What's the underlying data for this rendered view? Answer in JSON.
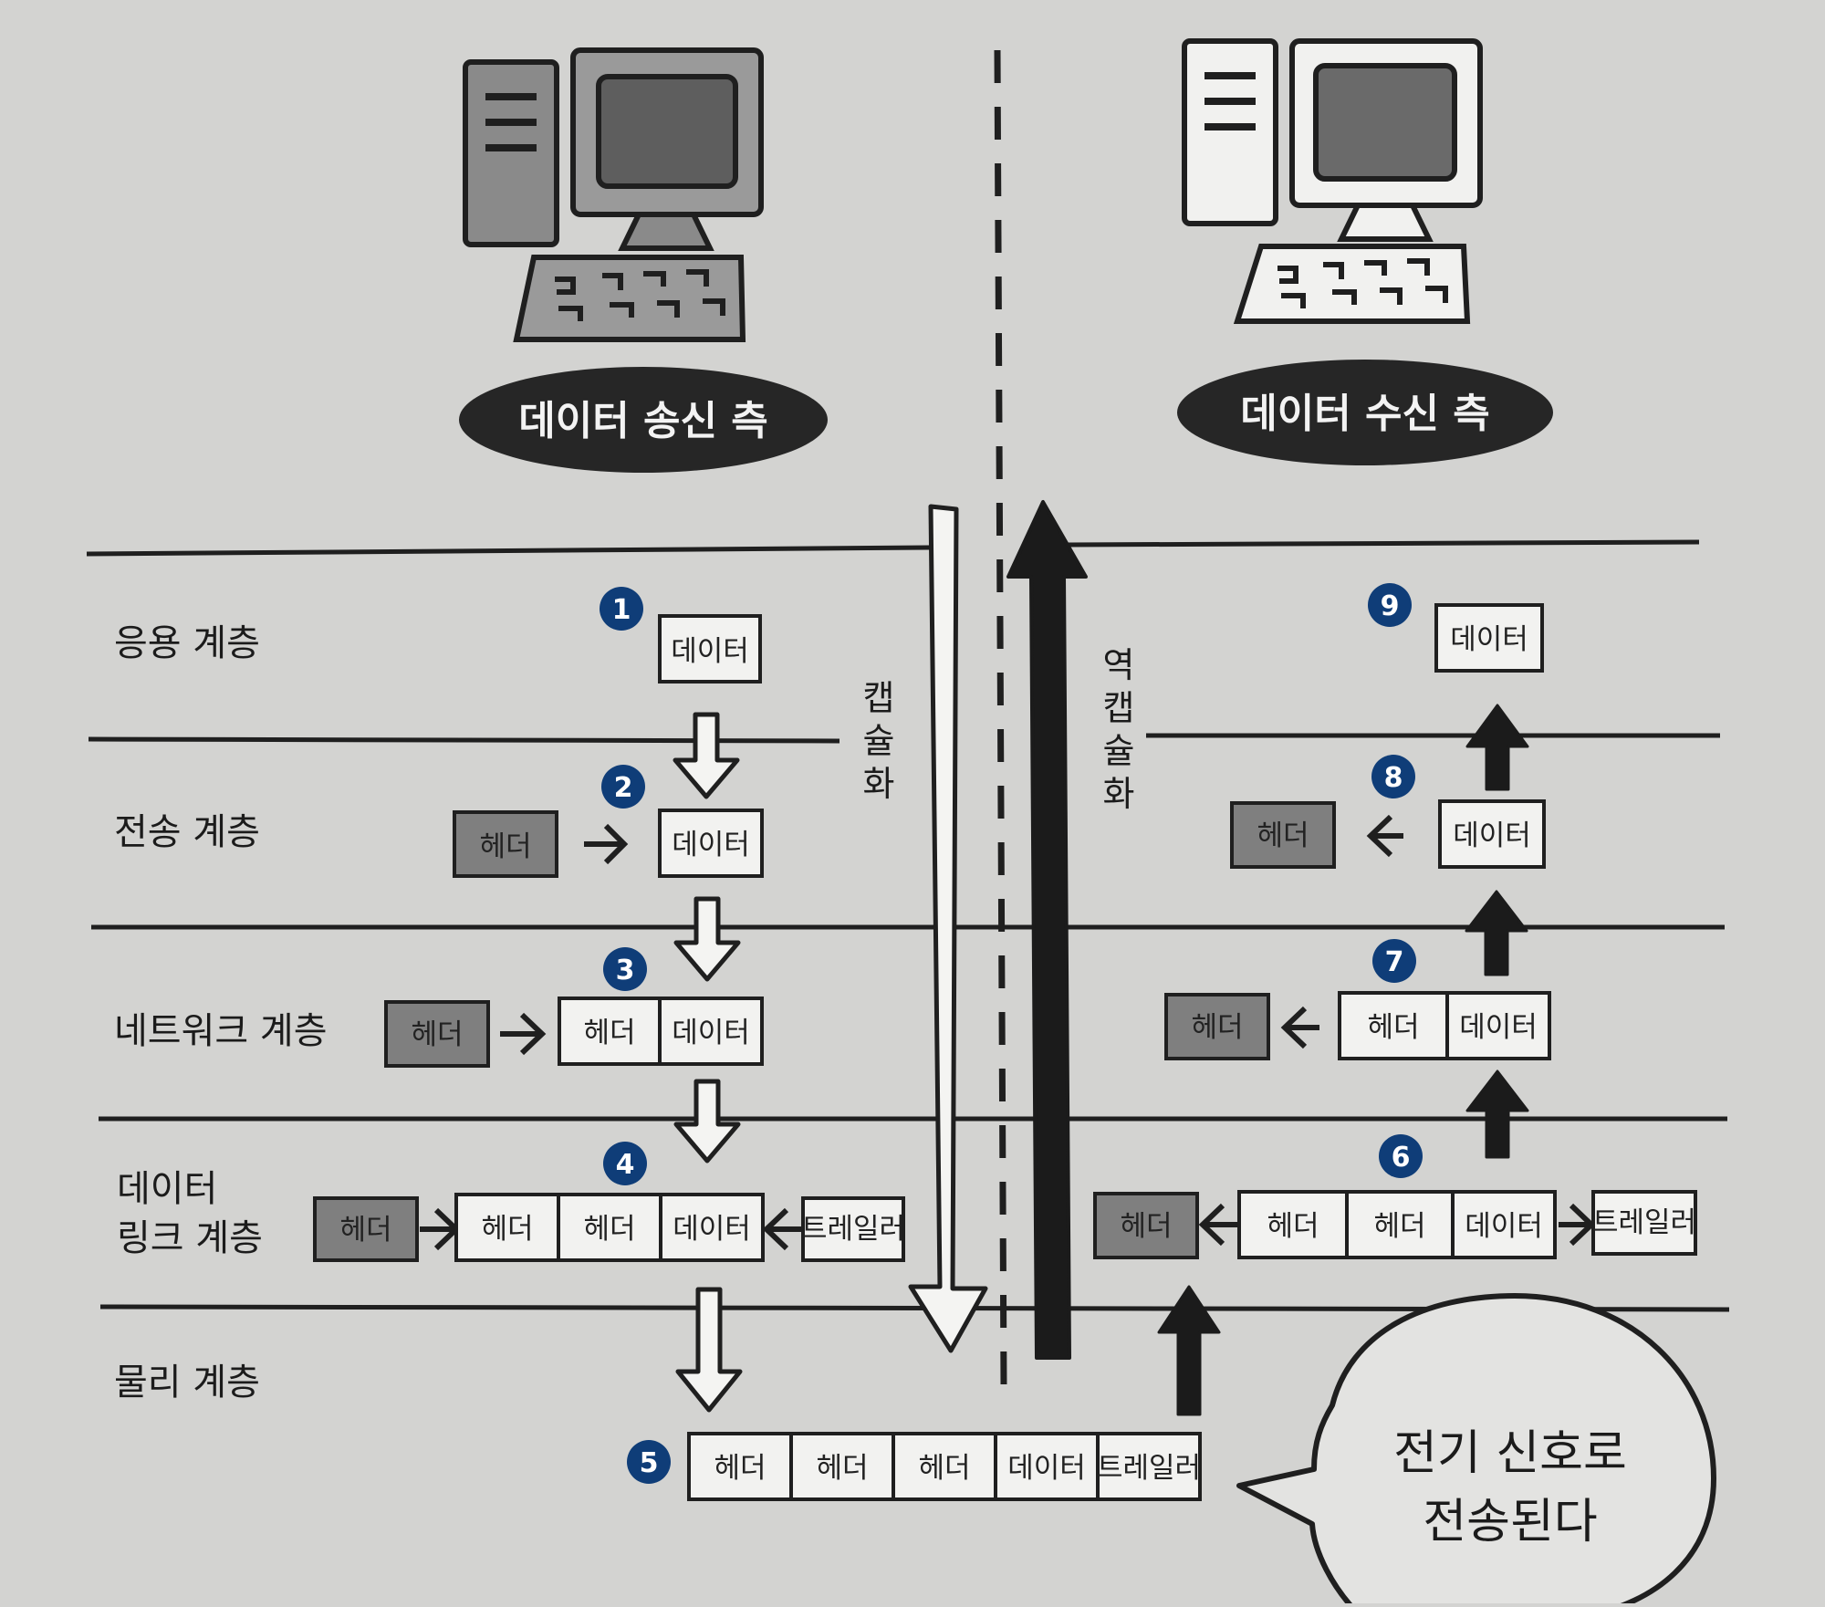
{
  "sender": {
    "label": "데이터 송신 측"
  },
  "receiver": {
    "label": "데이터 수신 측"
  },
  "layers": {
    "application": "응용 계층",
    "transport": "전송 계층",
    "network": "네트워크 계층",
    "datalink_line1": "데이터",
    "datalink_line2": "링크 계층",
    "physical": "물리 계층"
  },
  "packet": {
    "data": "데이터",
    "header": "헤더",
    "trailer": "트레일러"
  },
  "steps": [
    "1",
    "2",
    "3",
    "4",
    "5",
    "6",
    "7",
    "8",
    "9"
  ],
  "encapsulation": {
    "chars": [
      "캡",
      "슐",
      "화"
    ]
  },
  "decapsulation": {
    "chars": [
      "역",
      "캡",
      "슐",
      "화"
    ]
  },
  "bubble": {
    "line1": "전기 신호로",
    "line2": "전송된다"
  },
  "colors": {
    "step_badge": "#0f3d78",
    "pill": "#262626",
    "header_box": "#7f7f7f",
    "paper": "#d3d3d1"
  }
}
